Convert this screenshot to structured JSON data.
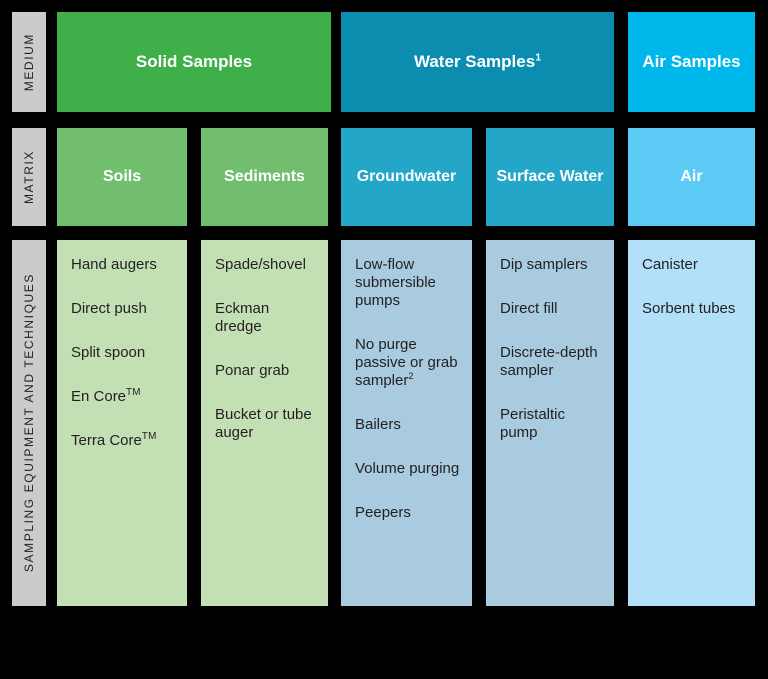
{
  "row_labels": {
    "medium": "MEDIUM",
    "matrix": "MATRIX",
    "sampling": "SAMPLING EQUIPMENT AND TECHNIQUES"
  },
  "colors": {
    "background": "#000000",
    "row_label_bg": "#C9CBCD",
    "row_label_text": "#231F20",
    "solid_medium": "#3FAF49",
    "solid_matrix": "#72BE6F",
    "solid_content": "#C3E0B5",
    "water_medium": "#0B8DB0",
    "water_matrix": "#23A6C8",
    "water_content": "#A8CBE0",
    "air_medium": "#00B7EC",
    "air_matrix": "#5BCBF5",
    "air_content": "#B2E0F8"
  },
  "media": [
    {
      "id": "solid",
      "label": "Solid Samples",
      "footnote": ""
    },
    {
      "id": "water",
      "label": "Water Samples",
      "footnote": "1"
    },
    {
      "id": "air",
      "label": "Air Samples",
      "footnote": ""
    }
  ],
  "matrices": [
    {
      "id": "soils",
      "label": "Soils"
    },
    {
      "id": "sediments",
      "label": "Sediments"
    },
    {
      "id": "groundwater",
      "label": "Groundwater"
    },
    {
      "id": "surface",
      "label": "Surface Water"
    },
    {
      "id": "air",
      "label": "Air"
    }
  ],
  "sampling": {
    "soils": [
      {
        "text": "Hand augers"
      },
      {
        "text": "Direct push"
      },
      {
        "text": "Split spoon"
      },
      {
        "text": "En Core",
        "tm": "TM"
      },
      {
        "text": "Terra Core",
        "tm": "TM"
      }
    ],
    "sediments": [
      {
        "text": "Spade/shovel"
      },
      {
        "text": "Eckman dredge"
      },
      {
        "text": "Ponar grab"
      },
      {
        "text": "Bucket or tube auger"
      }
    ],
    "groundwater": [
      {
        "text": "Low-flow submersible pumps"
      },
      {
        "text": "No purge passive or grab sampler",
        "footnote": "2"
      },
      {
        "text": "Bailers"
      },
      {
        "text": "Volume purging"
      },
      {
        "text": "Peepers"
      }
    ],
    "surface": [
      {
        "text": "Dip samplers"
      },
      {
        "text": "Direct fill"
      },
      {
        "text": "Discrete-depth sampler"
      },
      {
        "text": "Peristaltic pump"
      }
    ],
    "air": [
      {
        "text": "Canister"
      },
      {
        "text": "Sorbent tubes"
      }
    ]
  }
}
